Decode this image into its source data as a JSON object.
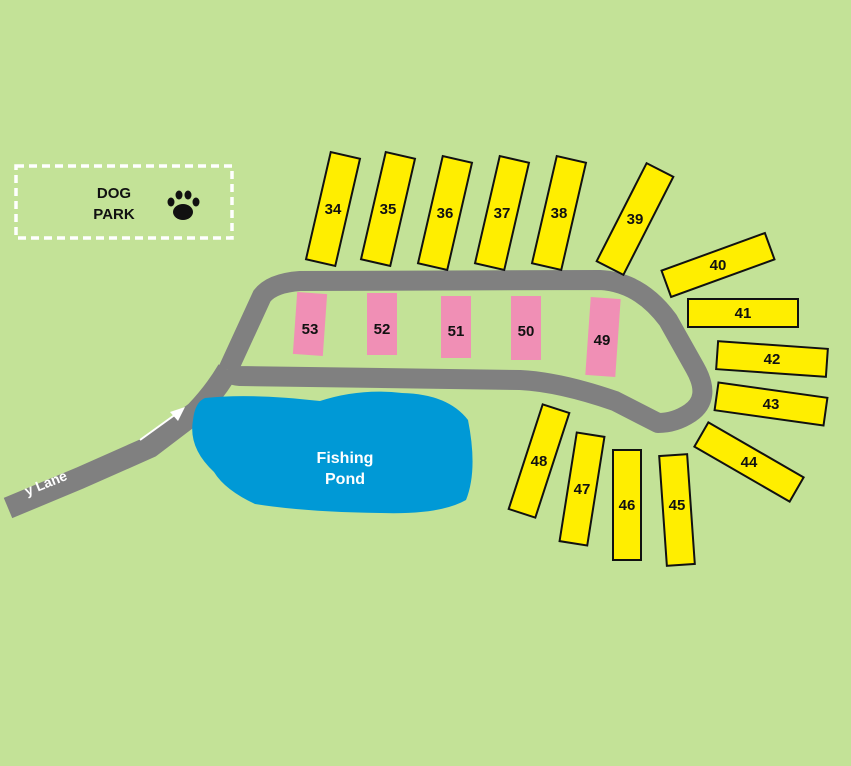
{
  "colors": {
    "background": "#c3e297",
    "road": "#808080",
    "pond": "#0099d6",
    "site_yellow": "#ffee00",
    "site_pink": "#f08fb5",
    "outline": "#111111"
  },
  "dog_park": {
    "line1": "DOG",
    "line2": "PARK",
    "icon": "paw-print-icon"
  },
  "pond": {
    "line1": "Fishing",
    "line2": "Pond"
  },
  "road": {
    "partial_label": "y Lane",
    "arrow_icon": "arrow-right-icon"
  },
  "sites": {
    "s34": "34",
    "s35": "35",
    "s36": "36",
    "s37": "37",
    "s38": "38",
    "s39": "39",
    "s40": "40",
    "s41": "41",
    "s42": "42",
    "s43": "43",
    "s44": "44",
    "s45": "45",
    "s46": "46",
    "s47": "47",
    "s48": "48",
    "s49": "49",
    "s50": "50",
    "s51": "51",
    "s52": "52",
    "s53": "53"
  }
}
